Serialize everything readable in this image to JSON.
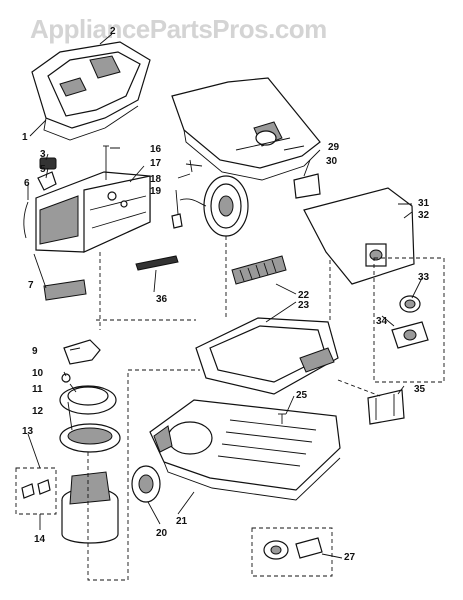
{
  "watermark": "AppliancePartsPros.com",
  "callouts": {
    "c1": "1",
    "c2": "2",
    "c3": "3",
    "c5": "5",
    "c6": "6",
    "c7": "7",
    "c9": "9",
    "c10": "10",
    "c11": "11",
    "c12": "12",
    "c13": "13",
    "c14": "14",
    "c16": "16",
    "c17": "17",
    "c18": "18",
    "c19": "19",
    "c20": "20",
    "c21": "21",
    "c22": "22",
    "c23": "23",
    "c25": "25",
    "c27": "27",
    "c29": "29",
    "c30": "30",
    "c31": "31",
    "c32": "32",
    "c33": "33",
    "c34": "34",
    "c35": "35",
    "c36": "36"
  }
}
